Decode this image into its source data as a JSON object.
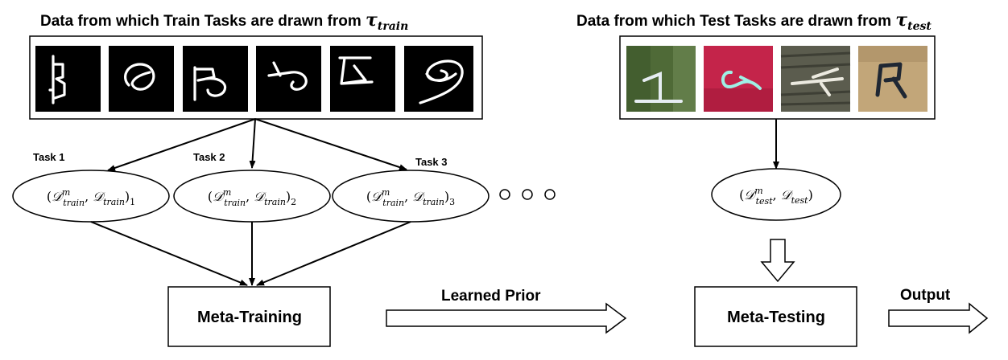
{
  "train_header": {
    "text": "Data from which Train Tasks are drawn from ",
    "symbol": "τ",
    "subscript": "train"
  },
  "test_header": {
    "text": "Data from which Test Tasks are drawn from ",
    "symbol": "τ",
    "subscript": "test"
  },
  "train_images": [
    {
      "name": "train-char-1-icon"
    },
    {
      "name": "train-char-2-icon"
    },
    {
      "name": "train-char-3-icon"
    },
    {
      "name": "train-char-4-icon"
    },
    {
      "name": "train-char-5-icon"
    },
    {
      "name": "train-char-6-icon"
    }
  ],
  "test_images": [
    {
      "name": "test-char-1-icon",
      "bg": "#4f6a37",
      "stroke": "#e6edf2"
    },
    {
      "name": "test-char-2-icon",
      "bg": "#c4244a",
      "stroke": "#9ff0e6"
    },
    {
      "name": "test-char-3-icon",
      "bg": "#5b5c4e",
      "stroke": "#eceae0"
    },
    {
      "name": "test-char-4-icon",
      "bg": "#c2a679",
      "stroke": "#1f2733"
    }
  ],
  "tasks": [
    {
      "label": "Task 1",
      "index": "1"
    },
    {
      "label": "Task 2",
      "index": "2"
    },
    {
      "label": "Task 3",
      "index": "3"
    }
  ],
  "task_math": {
    "D": "𝒟",
    "sup": "m",
    "sub": "train"
  },
  "test_math": {
    "D": "𝒟",
    "sup": "m",
    "sub": "test"
  },
  "boxes": {
    "meta_training": "Meta-Training",
    "meta_testing": "Meta-Testing"
  },
  "arrows": {
    "learned_prior": "Learned Prior",
    "output": "Output"
  }
}
